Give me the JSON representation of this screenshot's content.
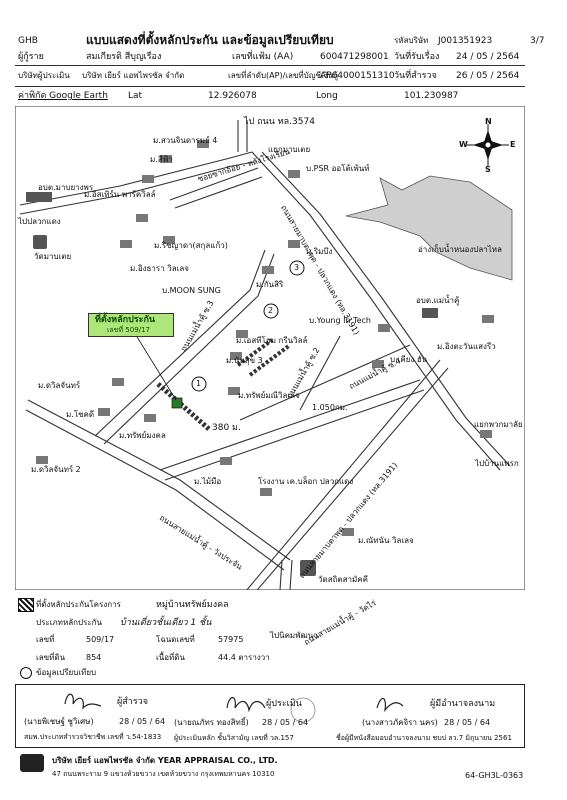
{
  "header": {
    "brand_code": "GHB",
    "title": "แบบแสดงที่ตั้งหลักประกัน และข้อมูลเปรียบเทียบ",
    "job_code_label": "รหัสบริษัท",
    "job_code_value": "J001351923",
    "page": "3/7"
  },
  "info": {
    "r1": {
      "l1": "ผู้กู้ราย",
      "v1": "สมเกียรติ สีบุญเรือง",
      "l2": "เลขที่แฟ้ม (AA)",
      "v2": "600471298001",
      "l3": "วันที่รับเรื่อง",
      "v3": "24 / 05 / 2564"
    },
    "r2": {
      "l1": "บริษัทผู้ประเมิน",
      "v1": "บริษัท เยียร์ แอพไพรซัล จำกัด",
      "l2": "เลขที่ลำดับ(AP)/เลขที่บัญชีเงินกู้",
      "v2": "AP64000151310",
      "l3": "วันที่สำรวจ",
      "v3": "26 / 05 / 2564"
    },
    "r3": {
      "l1": "ค่าพิกัด Google Earth",
      "l2": "Lat",
      "v2": "12.926078",
      "l3": "Long",
      "v3": "101.230987"
    }
  },
  "map": {
    "compass": {
      "n": "N",
      "s": "S",
      "e": "E",
      "w": "W"
    },
    "labels": {
      "road_3574": "ไป ถนน ทล.3574",
      "junction_mabtabut": "แยกมาบเตย",
      "suan_jindarat": "ม.สวนจินดารมย์ 4",
      "sifah": "ม.สีฟ้า",
      "psr_auto": "บ.PSR ออโต้เพ้นท์",
      "aor_bor_tor": "อบต.มาบยางพร",
      "soi_yaek": "ซอยซากอ้อย - หลังโรงเรียน",
      "sister_park": "ม.อิสเทิร์น พาร์ควิลล์",
      "to_pluakdaeng": "ไปปลวกแดง",
      "wat_mabtoei": "วัดมาบเตย",
      "reservoir": "อ่างเก็บน้ำหนองปลาไหล",
      "richyata": "ม.ริชญาดา(สกุลแก้ว)",
      "ingthara": "ม.อิงธารา วิลเลจ",
      "rim_bueng": "ม.ริมบึง",
      "moonsung": "บ.MOON SUNG",
      "kanasiri": "ม.กันสิริ",
      "young_in_tech": "บ.Young In Tech",
      "aor_bor_tor_maenam": "อบต.แม่น้ำคู้",
      "ing_tawan": "ม.อิงตะวันแสงรีว",
      "collateral_label": "ที่ตั้งหลักประกัน",
      "collateral_sub": "เลขที่ 509/17",
      "mor_est_home": "ม.เอสทีโฮม กรีนวิลล์",
      "mor_non_suk": "ม.นันสุข 3",
      "mor_patchan": "ม.ดวิลจันทร์",
      "mor_chokdee": "ม.โชคดี",
      "mor_subsmongkol": "ม.ทรัพย์มงคล",
      "mor_subsmunee": "ม.ทรัพย์มณีวิลเลจ",
      "mor_kiang": "บ.เคียง ฮั่น",
      "dist_1": "1.050กม.",
      "dist_380": "380 ม.",
      "junction_phukmalai": "แยกพวกมาลัย",
      "to_ban_phraek": "ไปบ้านแพรก",
      "mor_patchan2": "ม.ดวิลจันทร์ 2",
      "mor_maimue": "ม.ไม้มือ",
      "factory": "โรงงาน เค.บล็อก ปลวกแดง",
      "road_main": "ถนนสายมาบตาพุด - ปลวกแดง (ทล.3191)",
      "road_main2": "ถนนสายมาบตาพุด - ปลวกแดง (ทล.3191)",
      "road_soi3": "ถนนแม่น้ำคู้ ซ.3",
      "road_soi2": "ถนนแม่น้ำคู้ ซ.2",
      "road_soi4": "ถนนแม่น้ำคู้ ซ.4",
      "road_wangprachan": "ถนนสายแม่น้ำคู้ - วังประจัน",
      "mor_nanon": "ม.ณัทนัน วิลเลจ",
      "wat_sathit": "วัดสถิตสามัคคี",
      "to_nikhom": "ไปนิคมพัฒนา",
      "road_bottom": "ถนนสายแม่น้ำคู้ - วัดไร่",
      "num1": "1",
      "num2": "2",
      "num3": "3"
    }
  },
  "legend": {
    "title": "ที่ตั้งหลักประกันโครงการ",
    "project_label": "หมู่บ้านทรัพย์มงคล",
    "type_label": "ประเภทหลักประกัน",
    "type_value": "บ้านเดี่ยวชั้นเดียว 1 ชั้น",
    "no_label": "เลขที่",
    "no_value": "509/17",
    "deed_label": "โฉนดเลขที่",
    "deed_value": "57975",
    "land_label": "เลขที่ดิน",
    "land_value": "854",
    "area_label": "เนื้อที่ดิน",
    "area_value": "44.4 ตารางวา",
    "compare_label": "ข้อมูลเปรียบเทียบ"
  },
  "signatures": {
    "s1": {
      "role": "ผู้สำรวจ",
      "name": "(นายพิเชษฐ์ ชูวิเศษ)",
      "date": "28 / 05 / 64",
      "license": "สมพ.ประเภทสำรวจวิชาชีพ เลขที่ ว.54-1833"
    },
    "s2": {
      "role": "ผู้ประเมิน",
      "name": "(นายณภัทร ทองสิทธิ์)",
      "date": "28 / 05 / 64",
      "license": "ผู้ประเมินหลัก ชั้นวิสามัญ เลขที่ วล.157"
    },
    "s3": {
      "role": "ผู้มีอำนาจลงนาม",
      "name": "(นางสาวภัคจิรา นคร)",
      "date": "28 / 05 / 64",
      "license": "ชื่อผู้มีหนังสือมอบอำนาจลงนาม ชบป ลว.7 มิถุนายน 2561"
    }
  },
  "footer": {
    "company": "บริษัท เยียร์ แอพไพรซัล จำกัด  YEAR APPRAISAL CO., LTD.",
    "address": "47 ถนนพระราม 9 แขวงห้วยขวาง เขตห้วยขวาง กรุงเทพมหานคร 10310",
    "form_code": "64-GH3L-0363"
  }
}
